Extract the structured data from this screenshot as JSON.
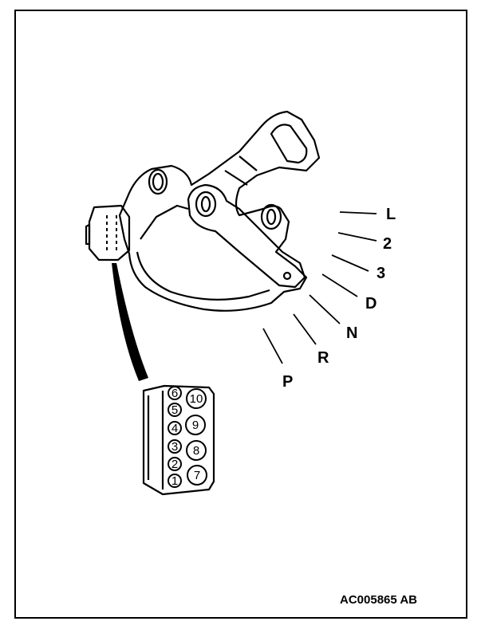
{
  "figure_code": "AC005865 AB",
  "positions": [
    {
      "label": "L"
    },
    {
      "label": "2"
    },
    {
      "label": "3"
    },
    {
      "label": "D"
    },
    {
      "label": "N"
    },
    {
      "label": "R"
    },
    {
      "label": "P"
    }
  ],
  "connector_pins": [
    "1",
    "2",
    "3",
    "4",
    "5",
    "6",
    "7",
    "8",
    "9",
    "10"
  ],
  "colors": {
    "line": "#000000",
    "background": "#ffffff"
  }
}
